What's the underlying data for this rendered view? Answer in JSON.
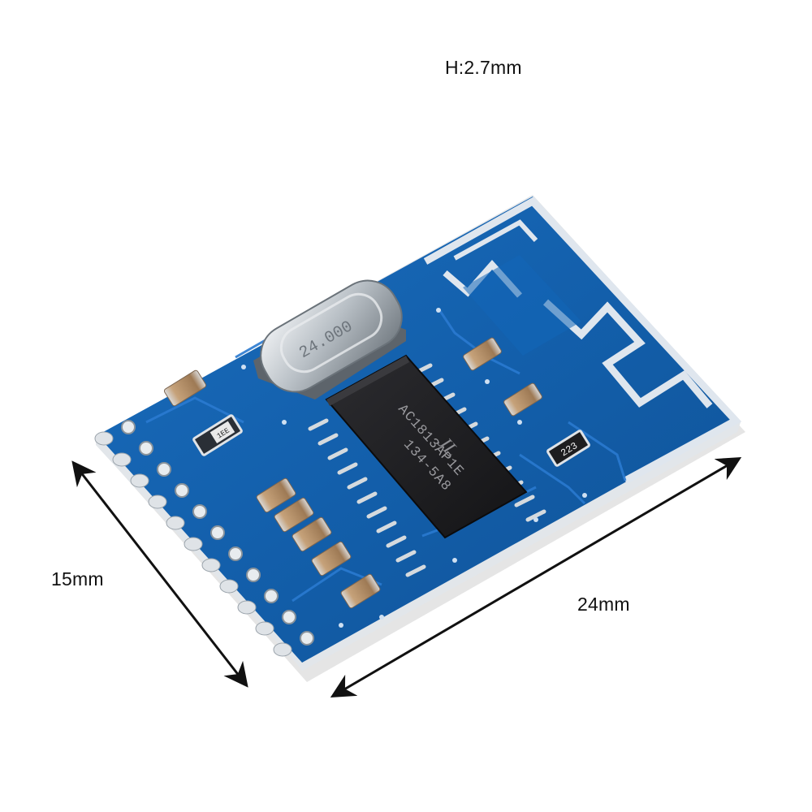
{
  "labels": {
    "height": "H:2.7mm",
    "width": "15mm",
    "length": "24mm"
  },
  "components": {
    "crystal_marking": "24.000",
    "chip_marking_line1": "AC1813AP1E",
    "chip_marking_line2": "134-5A8",
    "resistor_marking": "223",
    "small_part_marking": "1EE"
  },
  "colors": {
    "pcb_blue": "#1460a8",
    "pcb_edge": "#e2e6ea",
    "copper_trace": "#1d6cc4",
    "pad_silver": "#d8dde2",
    "chip_black": "#1c1c1e",
    "crystal_silver": "#b8bec4",
    "capacitor_tan": "#c9a47c",
    "arrow_black": "#111111"
  }
}
